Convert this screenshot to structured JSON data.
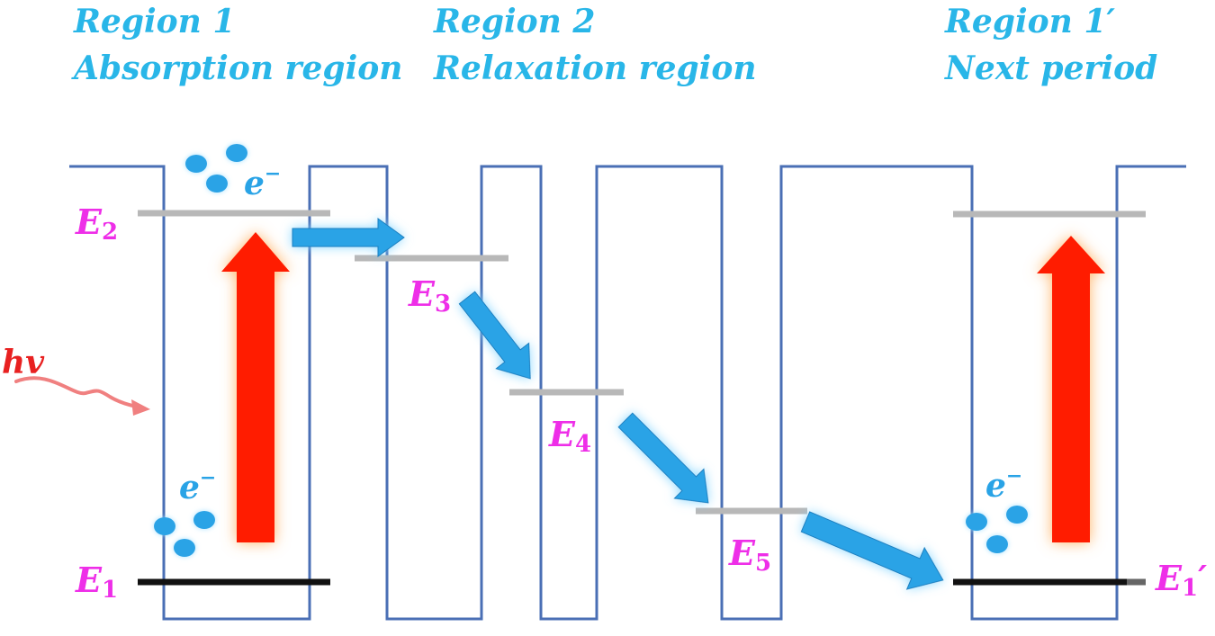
{
  "regions": [
    {
      "title": "Region 1",
      "subtitle": "Absorption region"
    },
    {
      "title": "Region 2",
      "subtitle": "Relaxation region"
    },
    {
      "title": "Region 1′",
      "subtitle": "Next period"
    }
  ],
  "levels": {
    "e1": {
      "symbol": "E",
      "sub": "1"
    },
    "e2": {
      "symbol": "E",
      "sub": "2"
    },
    "e3": {
      "symbol": "E",
      "sub": "3"
    },
    "e4": {
      "symbol": "E",
      "sub": "4"
    },
    "e5": {
      "symbol": "E",
      "sub": "5"
    },
    "e1p": {
      "symbol": "E",
      "sub": "1",
      "prime": "′"
    }
  },
  "electron": {
    "symbol": "e",
    "charge": "−"
  },
  "photon": {
    "label": "hv"
  },
  "colors": {
    "band_edge": "#4a6fb5",
    "excited_level": "#b8b8b8",
    "ground_level": "#111111",
    "transfer_arrow": "#29a3e6",
    "pump_arrow": "#ff1a00",
    "title_text": "#29b6e8",
    "level_text": "#ee2ee8",
    "photon_text": "#e82020",
    "photon_wave": "#f08080"
  }
}
